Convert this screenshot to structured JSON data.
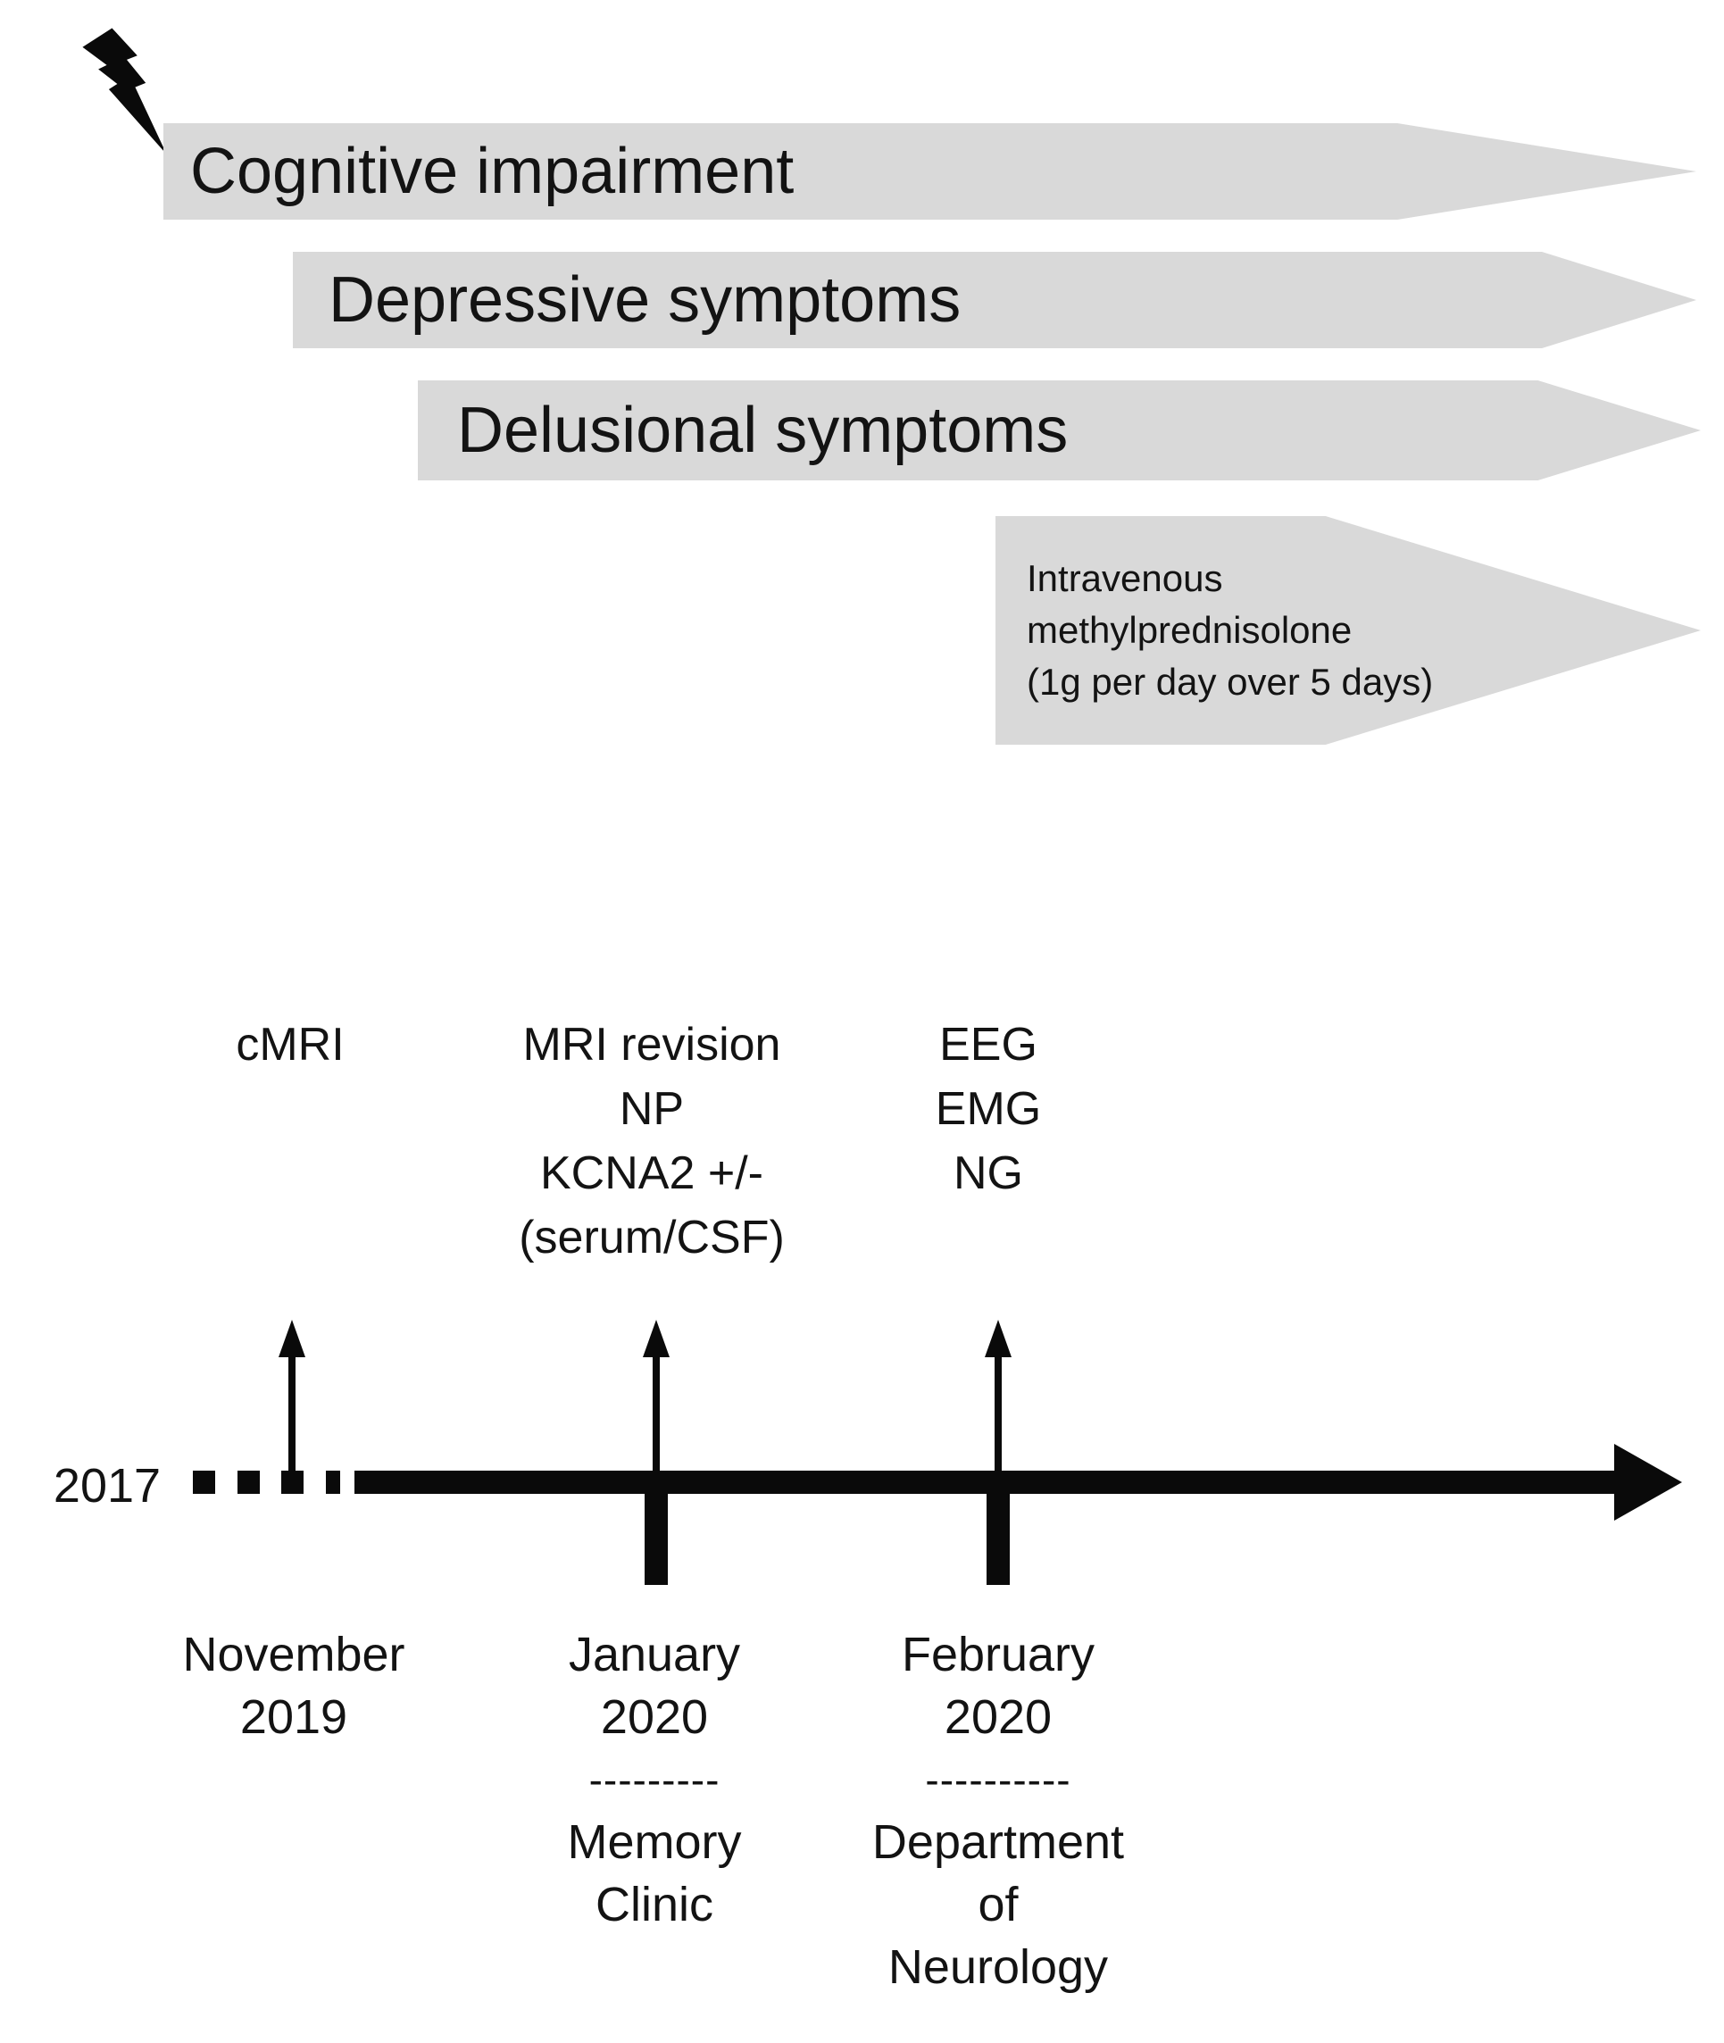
{
  "colors": {
    "banner_fill": "#d9d9d9",
    "ink": "#131313"
  },
  "symptom_banners": [
    {
      "label": "Cognitive impairment"
    },
    {
      "label": "Depressive symptoms"
    },
    {
      "label": "Delusional symptoms"
    }
  ],
  "treatment_banner": {
    "lines": [
      "Intravenous",
      "methylprednisolone",
      "(1g per day over 5 days)"
    ]
  },
  "investigations": [
    {
      "lines": [
        "cMRI"
      ]
    },
    {
      "lines": [
        "MRI revision",
        "NP",
        "KCNA2 +/-",
        "(serum/CSF)"
      ]
    },
    {
      "lines": [
        "EEG",
        "EMG",
        "NG"
      ]
    }
  ],
  "timeline": {
    "start_year": "2017"
  },
  "events": [
    {
      "date_lines": [
        "November",
        "2019"
      ]
    },
    {
      "date_lines": [
        "January",
        "2020"
      ],
      "separator": "---------",
      "location_lines": [
        "Memory",
        "Clinic"
      ]
    },
    {
      "date_lines": [
        "February",
        "2020"
      ],
      "separator": "----------",
      "location_lines": [
        "Department",
        "of",
        "Neurology"
      ]
    }
  ]
}
